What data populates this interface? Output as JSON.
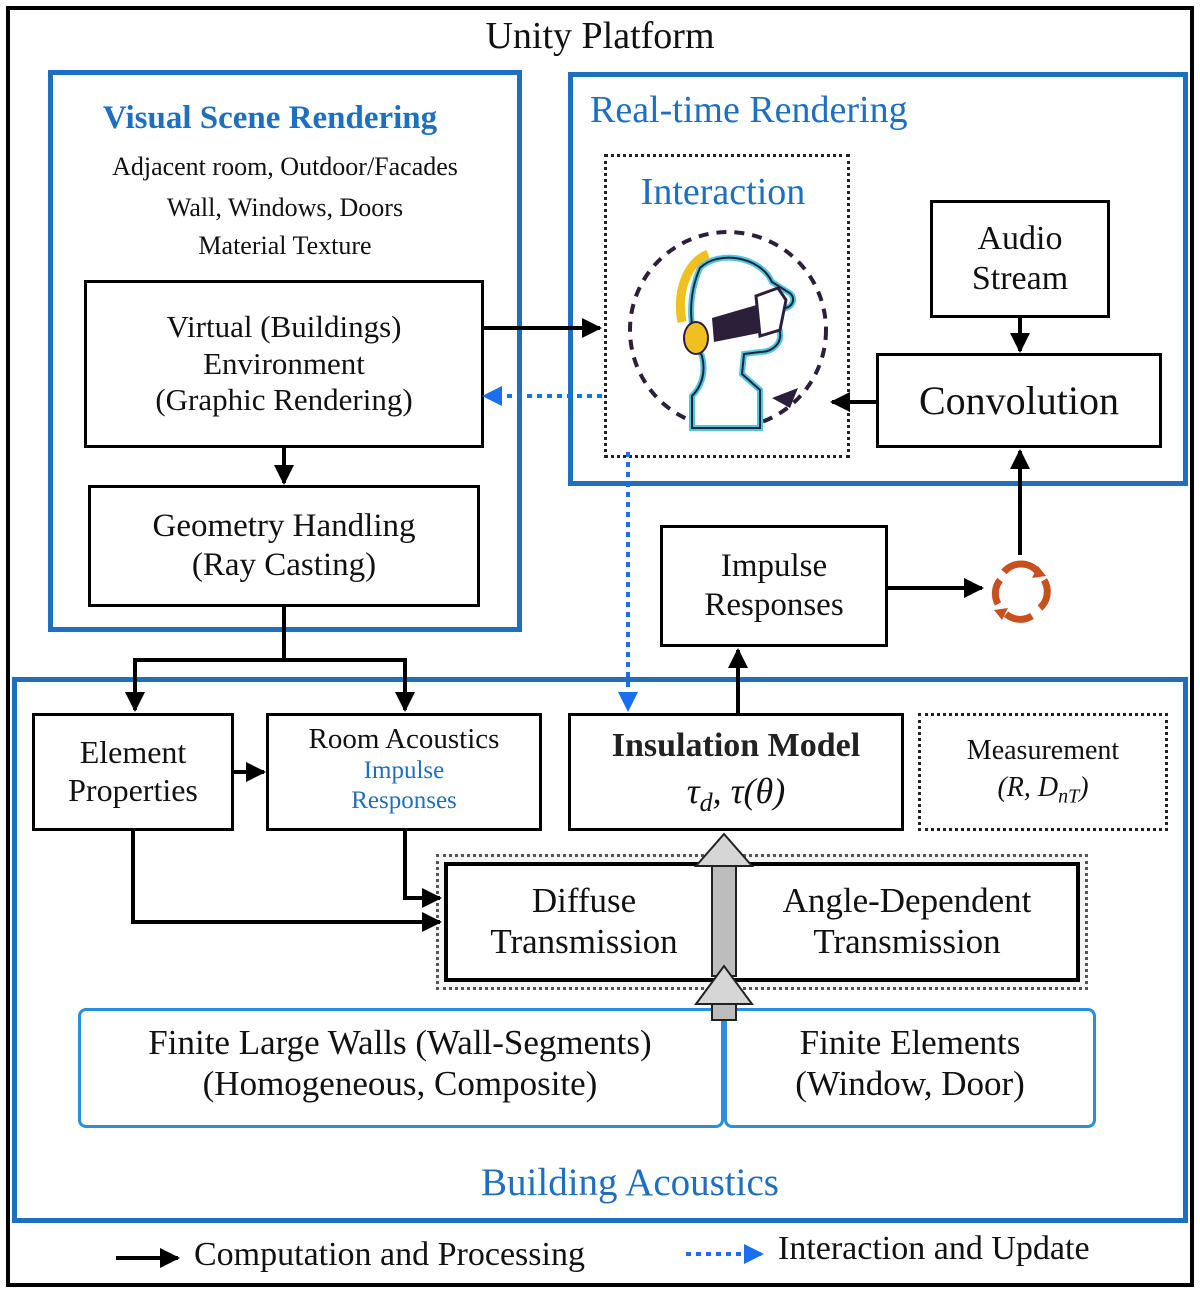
{
  "platform_title": "Unity Platform",
  "visual_scene": {
    "title": "Visual Scene Rendering",
    "desc_lines": [
      "Adjacent room, Outdoor/Facades",
      "Wall,  Windows, Doors",
      "Material  Texture"
    ],
    "virtual_env_lines": [
      "Virtual (Buildings)",
      "Environment",
      "(Graphic Rendering)"
    ],
    "geometry_lines": [
      "Geometry Handling",
      "(Ray Casting)"
    ]
  },
  "realtime": {
    "title": "Real-time Rendering",
    "interaction_title": "Interaction",
    "interaction_icon": "vr-headset-user-icon",
    "audio_stream_lines": [
      "Audio",
      "Stream"
    ],
    "convolution": "Convolution"
  },
  "impulse_responses_lines": [
    "Impulse",
    "Responses"
  ],
  "update_cycle_icon": "refresh-cycle-icon",
  "building_acoustics": {
    "title": "Building Acoustics",
    "element_properties_lines": [
      "Element",
      "Properties"
    ],
    "room_acoustics": {
      "title": "Room Acoustics",
      "sub_lines": [
        "Impulse",
        "Responses"
      ]
    },
    "insulation_model": {
      "title": "Insulation Model",
      "formula_tau": "τ",
      "formula_sub_d": "d",
      "formula_rest": ", τ(θ)"
    },
    "measurement": {
      "title": "Measurement",
      "formula_open": "(R, D",
      "formula_sub": "nT",
      "formula_close": ")"
    },
    "diffuse_lines": [
      "Diffuse",
      "Transmission"
    ],
    "angle_dependent_lines": [
      "Angle-Dependent",
      "Transmission"
    ],
    "finite_large_walls_lines": [
      "Finite Large Walls (Wall-Segments)",
      "(Homogeneous, Composite)"
    ],
    "finite_elements_lines": [
      "Finite Elements",
      "(Window, Door)"
    ]
  },
  "legend": {
    "solid_label": "Computation and Processing",
    "dotted_label": "Interaction and Update"
  },
  "colors": {
    "panel_blue": "#1f6fbf",
    "sub_blue": "#2a8fd8",
    "arrow_dotted": "#1a6ff0",
    "cycle_orange": "#c8501e",
    "headset_yellow": "#f0c020",
    "head_cyan": "#4cc8e0",
    "headset_dark": "#2b1f3a"
  }
}
